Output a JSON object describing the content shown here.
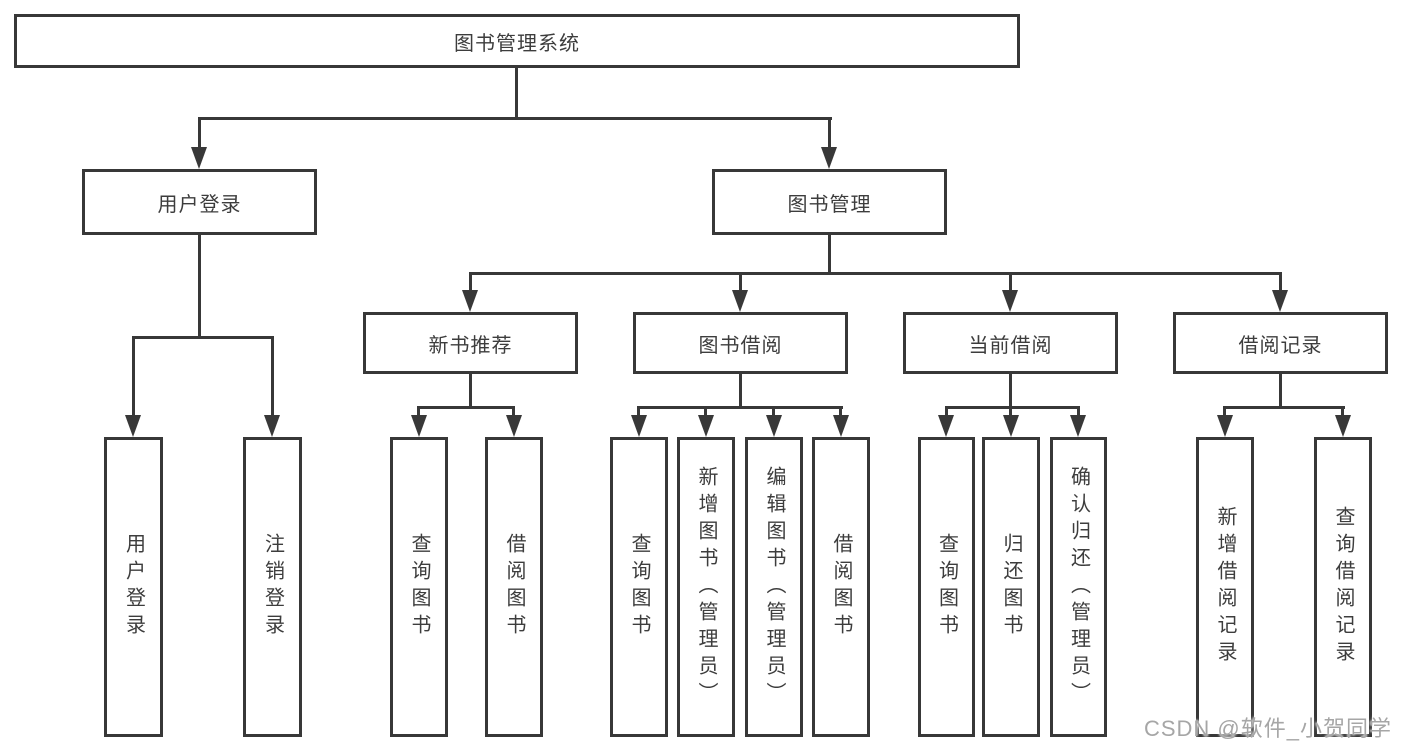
{
  "diagram": {
    "root": "图书管理系统",
    "level2": {
      "user": "用户登录",
      "mgmt": "图书管理"
    },
    "level3": {
      "recommend": "新书推荐",
      "borrow": "图书借阅",
      "current": "当前借阅",
      "records": "借阅记录"
    },
    "leaves": {
      "user": [
        "用户登录",
        "注销登录"
      ],
      "recommend": [
        "查询图书",
        "借阅图书"
      ],
      "borrow": [
        "查询图书",
        "新增图书（管理员）",
        "编辑图书（管理员）",
        "借阅图书"
      ],
      "current": [
        "查询图书",
        "归还图书",
        "确认归还（管理员）"
      ],
      "records": [
        "新增借阅记录",
        "查询借阅记录"
      ]
    },
    "watermark": "CSDN @软件_小贺同学",
    "colors": {
      "line": "#383838",
      "text": "#3d3d3d",
      "watermark": "#a6a6a6",
      "background": "#ffffff"
    }
  }
}
